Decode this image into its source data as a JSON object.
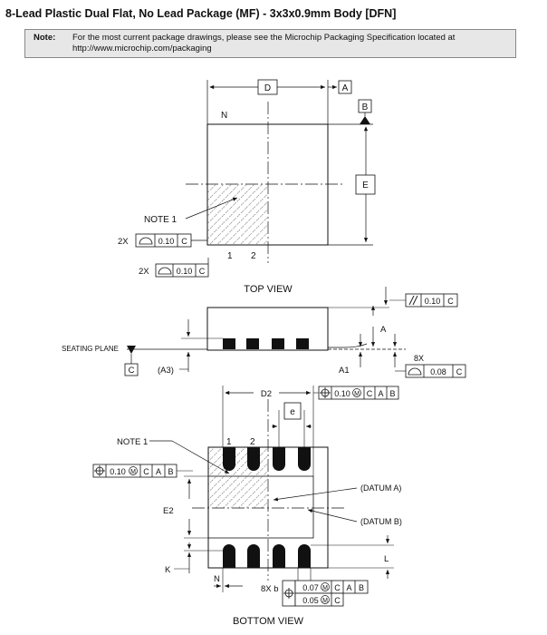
{
  "title": "8-Lead Plastic Dual Flat, No Lead Package (MF) - 3x3x0.9mm Body [DFN]",
  "note": {
    "label": "Note:",
    "text_line1": "For the most current package drawings, please see the Microchip Packaging Specification located at",
    "text_line2": "http://www.microchip.com/packaging"
  },
  "top_view": {
    "caption": "TOP VIEW",
    "dim_d": "D",
    "datum_a": "A",
    "datum_b": "B",
    "dim_e": "E",
    "pin1_label": "N",
    "note1": "NOTE 1",
    "pin_1": "1",
    "pin_2": "2",
    "tol1": {
      "count": "2X",
      "value": "0.10",
      "datum": "C"
    },
    "tol2": {
      "count": "2X",
      "value": "0.10",
      "datum": "C"
    }
  },
  "side_view": {
    "seating_plane": "SEATING PLANE",
    "datum_c": "C",
    "a3": "(A3)",
    "a1": "A1",
    "a": "A",
    "parallel": {
      "value": "0.10",
      "datum": "C"
    },
    "profile": {
      "count": "8X",
      "value": "0.08",
      "datum": "C"
    }
  },
  "bottom_view": {
    "caption": "BOTTOM VIEW",
    "d2": "D2",
    "d2_tol": {
      "value": "0.10",
      "mod": "M",
      "d1": "C",
      "d2": "A",
      "d3": "B"
    },
    "e_pitch": "e",
    "note1": "NOTE 1",
    "pin_1": "1",
    "pin_2": "2",
    "left_tol": {
      "value": "0.10",
      "mod": "M",
      "d1": "C",
      "d2": "A",
      "d3": "B"
    },
    "datum_a": "(DATUM A)",
    "datum_b": "(DATUM B)",
    "e2": "E2",
    "k": "K",
    "l": "L",
    "n": "N",
    "b": "8X b",
    "b_tol1": {
      "value": "0.07",
      "mod": "M",
      "d1": "C",
      "d2": "A",
      "d3": "B"
    },
    "b_tol2": {
      "value": "0.05",
      "mod": "M",
      "d1": "C"
    }
  }
}
